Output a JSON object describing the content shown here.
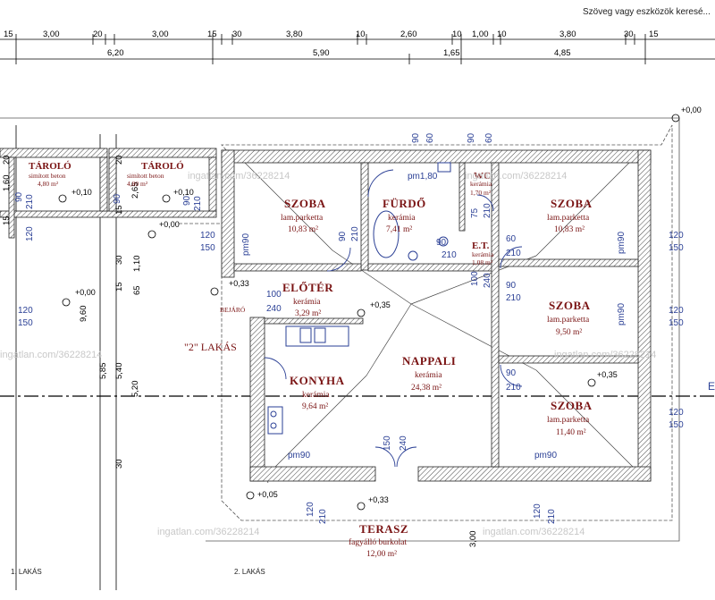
{
  "search": {
    "placeholder": "Szöveg vagy eszközök keresé..."
  },
  "dimensions": {
    "top_row": [
      "15",
      "3,00",
      "20",
      "3,00",
      "15",
      "30",
      "3,80",
      "10",
      "2,60",
      "10",
      "1,00",
      "10",
      "3,80",
      "30",
      "15"
    ],
    "second_row": [
      "6,20",
      "5,90",
      "1,65",
      "4,85"
    ],
    "left_col": [
      "20",
      "1,60",
      "15",
      "90",
      "9,60",
      "5,85",
      "5,40",
      "5,20",
      "30",
      "65",
      "15",
      "30",
      "1,10"
    ],
    "mid_col": [
      "20",
      "2,65",
      "15",
      "90"
    ]
  },
  "rooms": {
    "tarolo1": {
      "name": "TÁROLÓ",
      "floor": "simított beton",
      "area": "4,80 m²"
    },
    "tarolo2": {
      "name": "TÁROLÓ",
      "floor": "simított beton",
      "area": "4,80 m²"
    },
    "szoba1": {
      "name": "SZOBA",
      "floor": "lam.parketta",
      "area": "10,83 m²"
    },
    "furdo": {
      "name": "FÜRDŐ",
      "floor": "kerámia",
      "area": "7,41 m²"
    },
    "wc": {
      "name": "WC",
      "floor": "kerámia",
      "area": "1,70 m²"
    },
    "szoba2": {
      "name": "SZOBA",
      "floor": "lam.parketta",
      "area": "10,83 m²"
    },
    "et": {
      "name": "E.T.",
      "floor": "kerámia",
      "area": "1,08 m²"
    },
    "eloter": {
      "name": "ELŐTÉR",
      "floor": "kerámia",
      "area": "3,29 m²"
    },
    "szoba3": {
      "name": "SZOBA",
      "floor": "lam.parketta",
      "area": "9,50 m²"
    },
    "konyha": {
      "name": "KONYHA",
      "floor": "kerámia",
      "area": "9,64 m²"
    },
    "nappali": {
      "name": "NAPPALI",
      "floor": "kerámia",
      "area": "24,38 m²"
    },
    "szoba4": {
      "name": "SZOBA",
      "floor": "lam.parketta",
      "area": "11,40 m²"
    },
    "terasz": {
      "name": "TERASZ",
      "floor": "fagyálló burkolat",
      "area": "12,00 m²"
    }
  },
  "labels": {
    "lakas2": "\"2\" LAKÁS",
    "bejaro": "BEJÁRÓ",
    "lakas1_foot": "1. LAKÁS",
    "lakas2_foot": "2. LAKÁS",
    "pm90": "pm90",
    "pm180": "pm1,80"
  },
  "levels": {
    "roof": "+0,00",
    "t1": "+0,10",
    "t2": "+0,10",
    "cor": "+0,00",
    "left": "+0,00",
    "hall": "+0,33",
    "eloter": "+0,35",
    "szoba4": "+0,35",
    "terasz_a": "+0,05",
    "terasz_b": "+0,33"
  },
  "openings": {
    "w1": [
      "120",
      "150"
    ],
    "w2": [
      "120",
      "150"
    ],
    "w3": [
      "120",
      "150"
    ],
    "w4": [
      "120",
      "150"
    ],
    "w5": [
      "120",
      "150"
    ],
    "d_top": [
      "90",
      "60"
    ],
    "d_top2": [
      "90",
      "60"
    ],
    "d_mid": [
      "90",
      "210"
    ],
    "d_mid2": [
      "90",
      "210"
    ],
    "d_wc": [
      "75",
      "210"
    ],
    "d_et": [
      "60",
      "210"
    ],
    "d_e1": [
      "100",
      "240"
    ],
    "d_e2": [
      "90",
      "210"
    ],
    "d_s3": [
      "90",
      "210"
    ],
    "d_l1": [
      "90",
      "210"
    ],
    "d_l2": [
      "90",
      "210"
    ],
    "d_left": [
      "120",
      "150"
    ],
    "front": [
      "100",
      "240"
    ],
    "terrace": [
      "150",
      "240"
    ],
    "ter_left": [
      "120",
      "210"
    ],
    "ter_right": [
      "120",
      "210"
    ],
    "d_bot": [
      "3,00"
    ]
  },
  "watermark": "ingatlan.com/36228214",
  "marker_e": "E",
  "colors": {
    "room_text": "#7a1414",
    "opening_text": "#2a3f95",
    "wall": "#3c3c3c"
  }
}
